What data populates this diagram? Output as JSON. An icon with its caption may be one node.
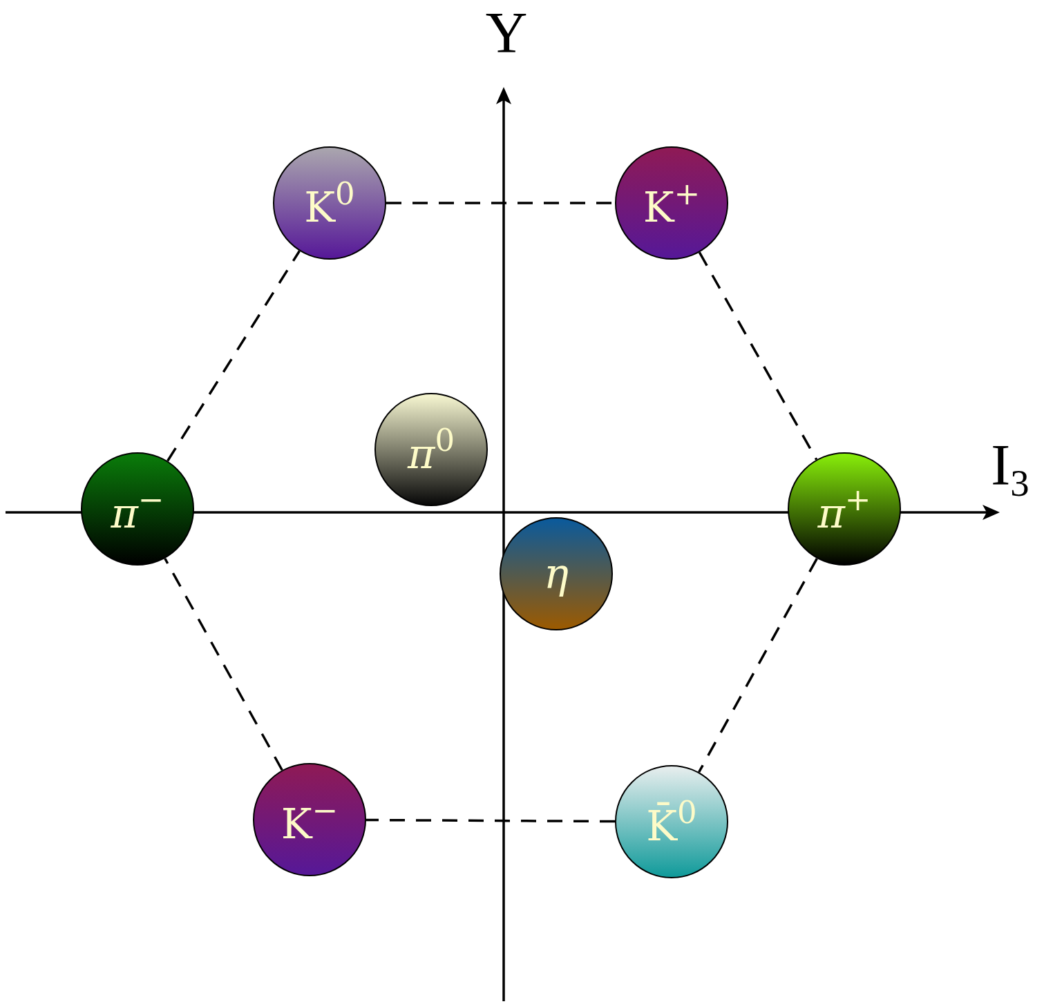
{
  "diagram": {
    "nodes": [
      {
        "text": [
          "K$^{0}$"
        ]
      },
      {
        "text": [
          "K$^{+}$"
        ]
      },
      {
        "text": [
          "π$^{0}$"
        ]
      },
      {
        "text": [
          "π$^{−}$"
        ]
      },
      {
        "text": [
          "π$^{+}$"
        ]
      },
      {
        "text": [
          "η"
        ]
      },
      {
        "text": [
          "K$^{−}$"
        ]
      },
      {
        "text": [
          "K̄$^{0}$"
        ]
      }
    ],
    "edges": [
      {
        "from": 0,
        "to": 1,
        "arrow": "none",
        "style": "dashed"
      },
      {
        "from": 1,
        "to": 4,
        "arrow": "none",
        "style": "dashed"
      },
      {
        "from": 4,
        "to": 7,
        "arrow": "none",
        "style": "dashed"
      },
      {
        "from": 7,
        "to": 6,
        "arrow": "none",
        "style": "dashed"
      },
      {
        "from": 6,
        "to": 3,
        "arrow": "none",
        "style": "dashed"
      },
      {
        "from": 3,
        "to": 0,
        "arrow": "none",
        "style": "dashed"
      }
    ],
    "labels": [
      "Y",
      "I$_{3}$"
    ]
  }
}
